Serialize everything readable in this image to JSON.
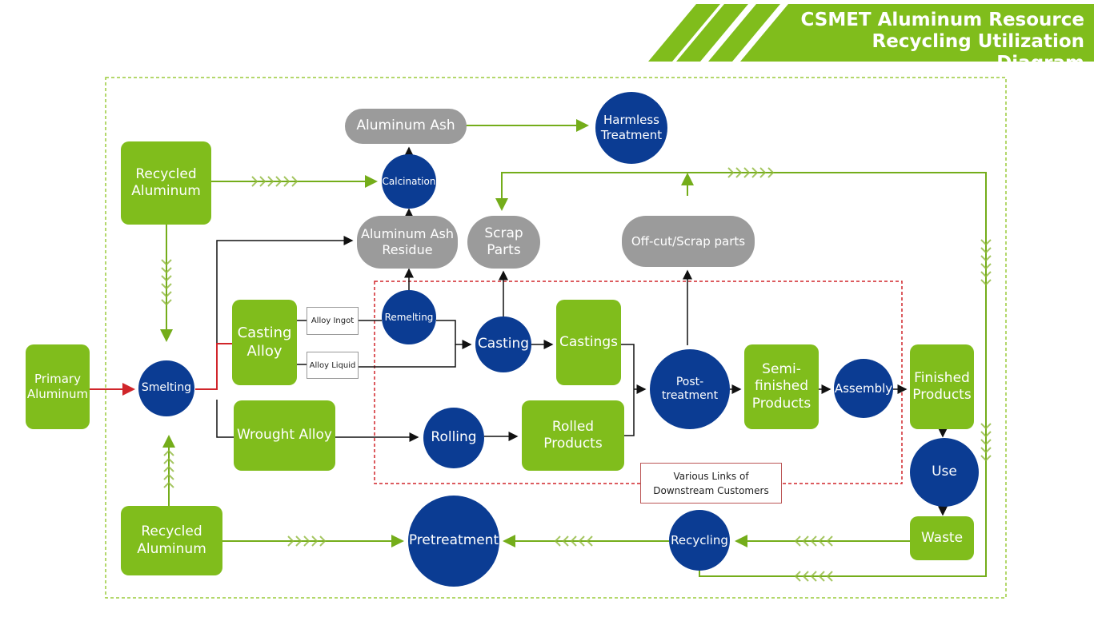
{
  "header": {
    "title_line1": "CSMET Aluminum Resource",
    "title_line2": "Recycling Utilization Diagram"
  },
  "colors": {
    "green": "#80bd1c",
    "blue": "#0b3c93",
    "gray": "#9b9b9b",
    "red": "#d0252a"
  },
  "nodes": {
    "recycled_top": "Recycled Aluminum",
    "primary": "Primary Aluminum",
    "smelting": "Smelting",
    "recycled_bottom": "Recycled Aluminum",
    "casting_alloy": "Casting Alloy",
    "wrought_alloy": "Wrought Alloy",
    "alloy_ingot": "Alloy Ingot",
    "alloy_liquid": "Alloy Liquid",
    "remelting": "Remelting",
    "ash_residue": "Aluminum Ash Residue",
    "calcination": "Calcination",
    "ash": "Aluminum Ash",
    "harmless": "Harmless Treatment",
    "scrap_parts": "Scrap Parts",
    "offcut": "Off-cut/Scrap parts",
    "casting": "Casting",
    "castings": "Castings",
    "rolling": "Rolling",
    "rolled": "Rolled Products",
    "post": "Post-treatment",
    "semi": "Semi-finished Products",
    "assembly": "Assembly",
    "finished": "Finished Products",
    "use": "Use",
    "waste": "Waste",
    "recycling": "Recycling",
    "pretreatment": "Pretreatment",
    "downstream": "Various Links of Downstream Customers"
  }
}
